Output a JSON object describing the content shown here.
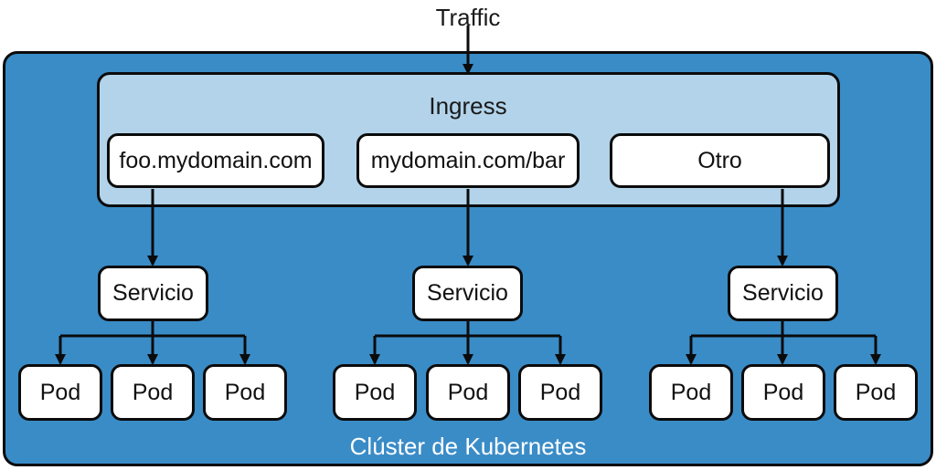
{
  "traffic_label": "Traffic",
  "ingress": {
    "title": "Ingress",
    "rules": [
      "foo.mydomain.com",
      "mydomain.com/bar",
      "Otro"
    ]
  },
  "services": [
    {
      "label": "Servicio",
      "pods": [
        "Pod",
        "Pod",
        "Pod"
      ]
    },
    {
      "label": "Servicio",
      "pods": [
        "Pod",
        "Pod",
        "Pod"
      ]
    },
    {
      "label": "Servicio",
      "pods": [
        "Pod",
        "Pod",
        "Pod"
      ]
    }
  ],
  "cluster_label": "Clúster de Kubernetes",
  "colors": {
    "cluster_fill": "#3a8cc7",
    "ingress_fill": "#b2d3ea",
    "box_fill": "#ffffff",
    "stroke": "#0b0b0b"
  }
}
